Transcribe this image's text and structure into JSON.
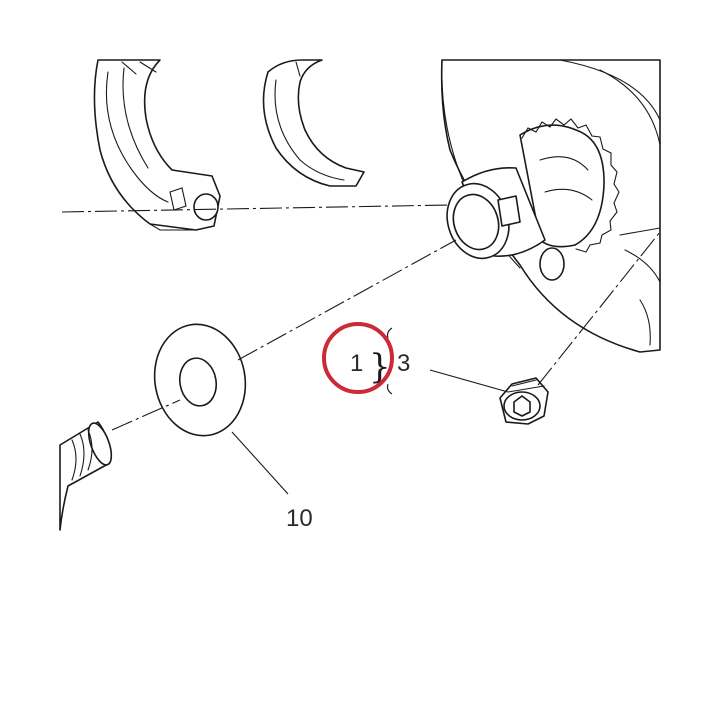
{
  "diagram": {
    "callouts": {
      "washer": "10",
      "group_start": "1",
      "group_end": "3"
    },
    "brace_glyph": "}",
    "highlight_color": "#cc2a36",
    "line_color": "#1a1a1a"
  }
}
